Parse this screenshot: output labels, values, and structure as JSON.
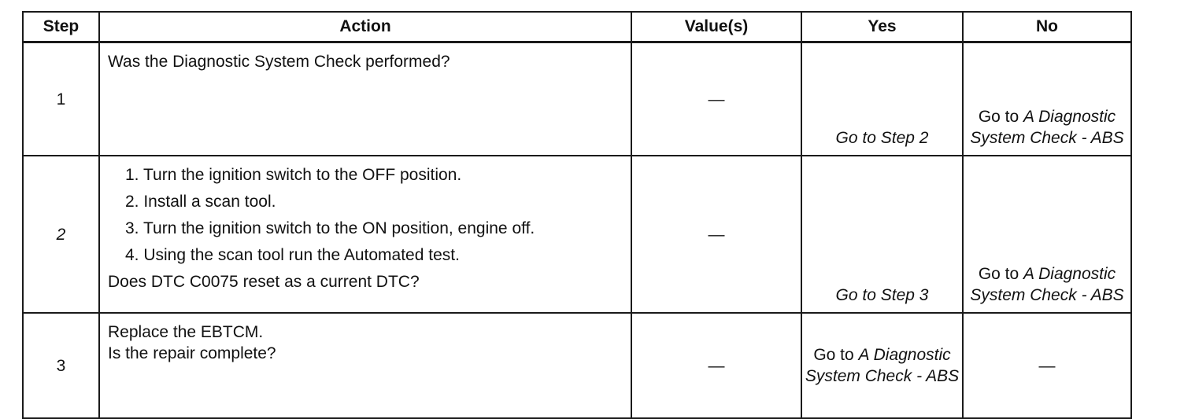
{
  "headers": {
    "step": "Step",
    "action": "Action",
    "values": "Value(s)",
    "yes": "Yes",
    "no": "No"
  },
  "rows": [
    {
      "step": "1",
      "action": "Was the Diagnostic System Check performed?",
      "value": "—",
      "yes": "Go to Step 2",
      "no_prefix": "Go to",
      "no_link": "A Diagnostic System Check - ABS"
    },
    {
      "step": "2",
      "items": [
        "1.  Turn the ignition switch to the OFF position.",
        "2.  Install a scan tool.",
        "3.  Turn the ignition switch to the ON position, engine off.",
        "4.  Using the scan tool run the Automated test."
      ],
      "question": "Does DTC C0075 reset as a current DTC?",
      "value": "—",
      "yes": "Go to Step 3",
      "no_prefix": "Go to",
      "no_link": "A Diagnostic System Check - ABS"
    },
    {
      "step": "3",
      "action_line1": "Replace the EBTCM.",
      "action_line2": "Is the repair complete?",
      "value": "—",
      "yes_prefix": "Go to",
      "yes_link": "A Diagnostic System Check - ABS",
      "no": "—"
    }
  ]
}
